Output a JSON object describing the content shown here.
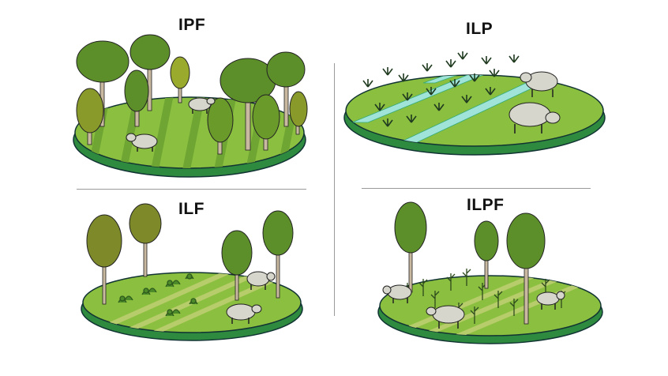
{
  "panels": {
    "ipf": {
      "title": "IPF"
    },
    "ilp": {
      "title": "ILP"
    },
    "ilf": {
      "title": "ILF"
    },
    "ilpf": {
      "title": "ILPF"
    }
  },
  "colors": {
    "field_light": "#8bbf3f",
    "field_dark": "#5f9a2c",
    "field_rim": "#2e8a3e",
    "tree_canopy": "#5c8f2a",
    "tree_canopy_olive": "#7e8a2a",
    "trunk": "#c9b9a0",
    "water_strip": "#9fe3d9",
    "cattle": "#d6d6cc",
    "divider": "#9a9a9a"
  },
  "icons": [
    "tree-icon",
    "cattle-icon",
    "crop-icon",
    "corn-icon"
  ]
}
